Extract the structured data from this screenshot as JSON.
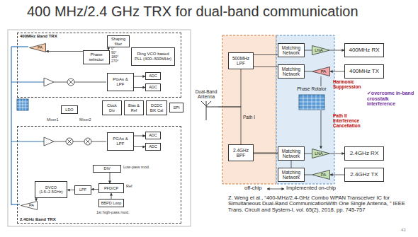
{
  "diagram": {
    "title": "400 MHz/2.4 GHz TRX for dual-band communication",
    "caption": "Z. Weng et al., “400-MHz/2.4-GHz Combo WPAN Transceiver IC for Simultaneous Dual-Band CommunicationWith One Single Antenna, ” IEEE Trans. Circuit and System-I, vol. 65(2), 2018, pp. 745-757",
    "nodes": [
      {
        "text": [
          "400MHz Band TRX"
        ]
      },
      {
        "text": [
          "PA"
        ],
        "in": 0
      },
      {
        "text": [
          "Shaping filter"
        ],
        "in": 0
      },
      {
        "text": [
          "Phase selector"
        ],
        "in": 0
      },
      {
        "text": [
          "Ring VCO based PLL (400~500MHz)"
        ],
        "in": 0
      },
      {
        "text": [
          "PGAs & LPF"
        ],
        "in": 0
      },
      {
        "text": [
          "ADC"
        ],
        "in": 0
      },
      {
        "text": [
          "ADC"
        ],
        "in": 0
      },
      {
        "text": [
          "LDO"
        ]
      },
      {
        "text": [
          "Clock Div"
        ]
      },
      {
        "text": [
          "Bias & Ref"
        ]
      },
      {
        "text": [
          "DCDC BIK Cal"
        ]
      },
      {
        "text": [
          "SPI"
        ]
      },
      {
        "text": [
          "2.4GHz Band TRX"
        ]
      },
      {
        "text": [
          "PGAs & LPF"
        ],
        "in": 13
      },
      {
        "text": [
          "ADC"
        ],
        "in": 13
      },
      {
        "text": [
          "ADC"
        ],
        "in": 13
      },
      {
        "text": [
          "DIV"
        ],
        "in": 13
      },
      {
        "text": [
          "DVCO (1.5~2.5GHz)"
        ],
        "in": 13
      },
      {
        "text": [
          "LPF"
        ],
        "in": 13
      },
      {
        "text": [
          "PFD/CP"
        ],
        "in": 13
      },
      {
        "text": [
          "BBPD Loop"
        ],
        "in": 13
      },
      {
        "text": [
          "PA"
        ],
        "in": 13
      },
      {
        "text": [
          "Dual-Band Antenna"
        ]
      },
      {
        "text": [
          "500MHz LPF"
        ]
      },
      {
        "text": [
          "2.4GHz BPF"
        ]
      },
      {
        "text": [
          "Matching Network"
        ]
      },
      {
        "text": [
          "Matching Network"
        ]
      },
      {
        "text": [
          "Matching Network"
        ]
      },
      {
        "text": [
          "Matching Network"
        ]
      },
      {
        "text": [
          "LNA"
        ]
      },
      {
        "text": [
          "PA"
        ]
      },
      {
        "text": [
          "LNA"
        ]
      },
      {
        "text": [
          "PA"
        ]
      },
      {
        "text": [
          "400MHz RX"
        ]
      },
      {
        "text": [
          "400MHz TX"
        ]
      },
      {
        "text": [
          "Phase Rotator"
        ]
      },
      {
        "text": [
          "2.4GHz RX"
        ]
      },
      {
        "text": [
          "2.4GHz TX"
        ]
      }
    ],
    "edges": [
      {
        "from": 2,
        "to": 3,
        "arrow": "to"
      },
      {
        "from": 3,
        "to": 1,
        "arrow": "to"
      },
      {
        "from": 5,
        "to": 6,
        "arrow": "to"
      },
      {
        "from": 5,
        "to": 7,
        "arrow": "to"
      },
      {
        "from": 14,
        "to": 15,
        "arrow": "to"
      },
      {
        "from": 14,
        "to": 16,
        "arrow": "to"
      },
      {
        "from": 17,
        "to": 20,
        "arrow": "to"
      },
      {
        "from": 21,
        "to": 20,
        "arrow": "to"
      },
      {
        "from": 20,
        "to": 19,
        "arrow": "to"
      },
      {
        "from": 19,
        "to": 18,
        "arrow": "to"
      },
      {
        "from": 18,
        "to": 22,
        "arrow": "to"
      },
      {
        "from": 23,
        "to": 24,
        "arrow": "none"
      },
      {
        "from": 23,
        "to": 25,
        "arrow": "none"
      },
      {
        "from": 24,
        "to": 26,
        "arrow": "none"
      },
      {
        "from": 24,
        "to": 27,
        "arrow": "none"
      },
      {
        "from": 25,
        "to": 28,
        "arrow": "none"
      },
      {
        "from": 25,
        "to": 29,
        "arrow": "none"
      },
      {
        "from": 26,
        "to": 30,
        "arrow": "none"
      },
      {
        "from": 30,
        "to": 34,
        "arrow": "to"
      },
      {
        "from": 35,
        "to": 31,
        "arrow": "to"
      },
      {
        "from": 31,
        "to": 27,
        "arrow": "none"
      },
      {
        "from": 28,
        "to": 32,
        "arrow": "none"
      },
      {
        "from": 32,
        "to": 37,
        "arrow": "to"
      },
      {
        "from": 38,
        "to": 33,
        "arrow": "to"
      },
      {
        "from": 33,
        "to": 29,
        "arrow": "none"
      },
      {
        "from": 31,
        "to": 36,
        "arrow": "none"
      },
      {
        "from": 36,
        "to": 32,
        "arrow": "to"
      }
    ],
    "labels": [
      "0°",
      "90°",
      "180°",
      "270°",
      "Mixer1",
      "Mixer2",
      "Low-pass mod.",
      "Ref",
      "1st high-pass mod.",
      "Path I",
      "Harmonic Suppression",
      "Path II Interference Cancellation",
      "✔overcome in-band crosstalk interference",
      "off-chip",
      "Implemented on-chip",
      "43"
    ]
  }
}
